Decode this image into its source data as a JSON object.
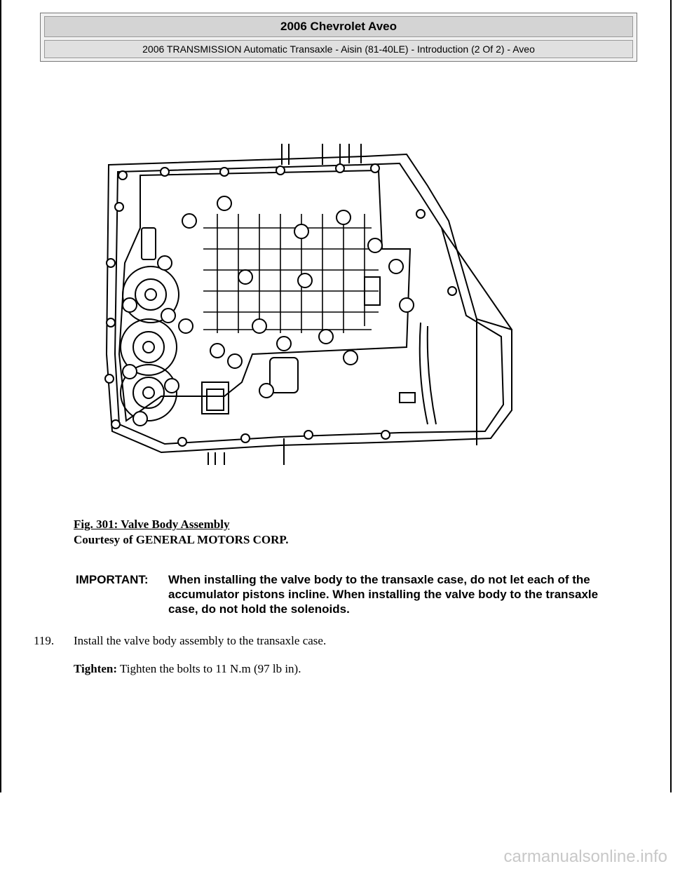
{
  "header": {
    "title": "2006 Chevrolet Aveo",
    "subtitle": "2006 TRANSMISSION Automatic Transaxle - Aisin (81-40LE) - Introduction (2 Of 2) - Aveo"
  },
  "figure": {
    "caption": "Fig. 301: Valve Body Assembly",
    "credit": "Courtesy of GENERAL MOTORS CORP."
  },
  "important": {
    "label": "IMPORTANT:",
    "text": "When installing the valve body to the transaxle case, do not let each of the accumulator pistons incline. When installing the valve body to the transaxle case, do not hold the solenoids."
  },
  "step": {
    "number": "119.",
    "text": "Install the valve body assembly to the transaxle case."
  },
  "tighten": {
    "label": "Tighten:",
    "text": "Tighten the bolts to 11 N.m (97 lb in)."
  },
  "watermark": "carmanualsonline.info"
}
